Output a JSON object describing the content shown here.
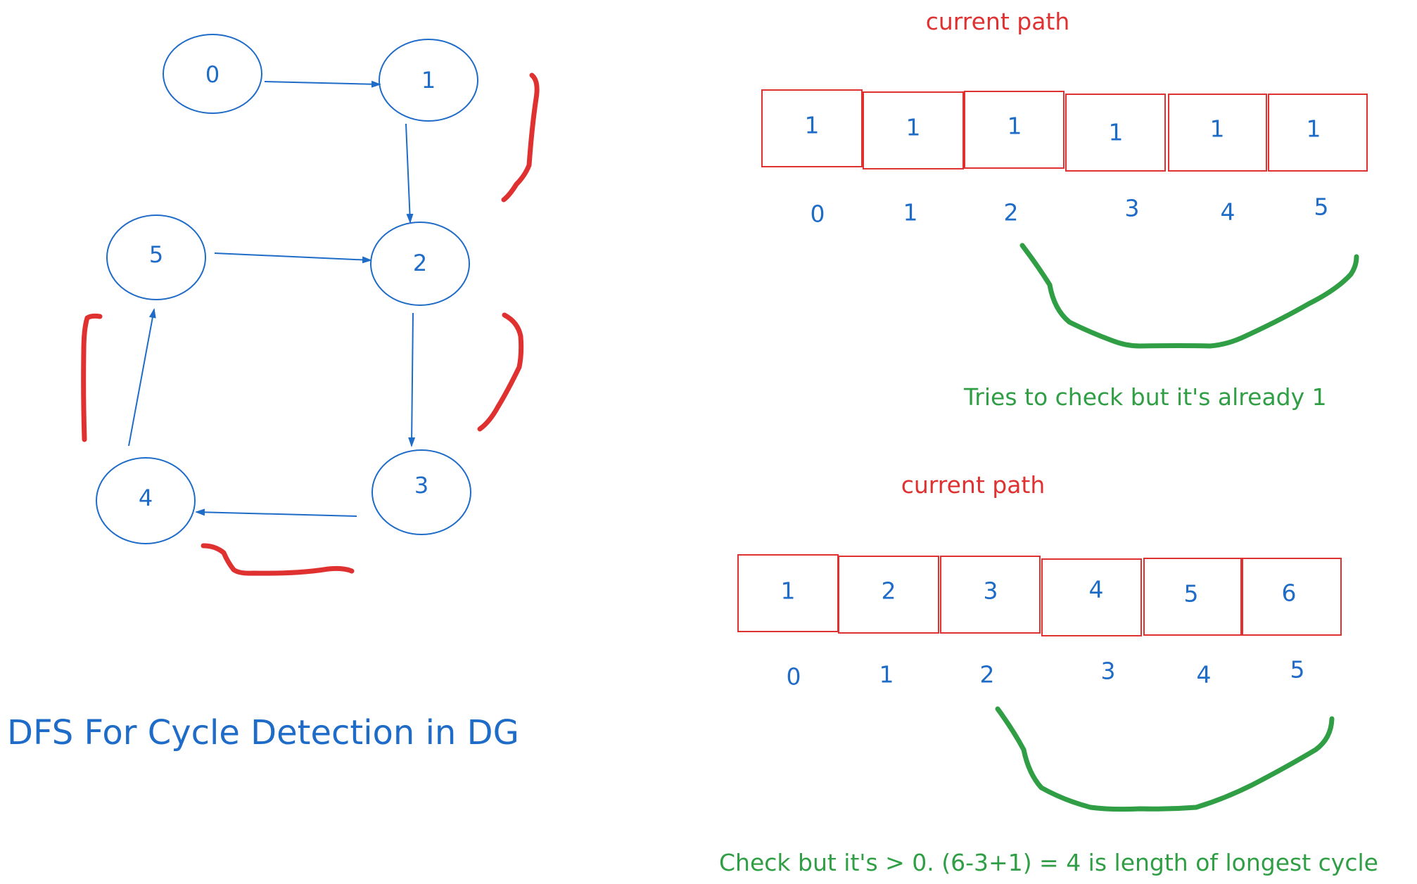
{
  "colors": {
    "blue": "#1e6cc8",
    "red": "#e03131",
    "green": "#2f9e44",
    "background": "#ffffff"
  },
  "graph": {
    "title": "DFS For Cycle Detection in DG",
    "nodes": [
      "0",
      "1",
      "2",
      "3",
      "4",
      "5"
    ],
    "edges": [
      [
        "0",
        "1"
      ],
      [
        "1",
        "2"
      ],
      [
        "5",
        "2"
      ],
      [
        "2",
        "3"
      ],
      [
        "3",
        "4"
      ],
      [
        "4",
        "5"
      ]
    ]
  },
  "panel_top": {
    "heading": "current path",
    "values": [
      "1",
      "1",
      "1",
      "1",
      "1",
      "1"
    ],
    "indices": [
      "0",
      "1",
      "2",
      "3",
      "4",
      "5"
    ],
    "note": "Tries to check but it's already 1"
  },
  "panel_bottom": {
    "heading": "current path",
    "values": [
      "1",
      "2",
      "3",
      "4",
      "5",
      "6"
    ],
    "indices": [
      "0",
      "1",
      "2",
      "3",
      "4",
      "5"
    ],
    "note": "Check but it's > 0. (6-3+1) = 4 is length of longest cycle"
  }
}
